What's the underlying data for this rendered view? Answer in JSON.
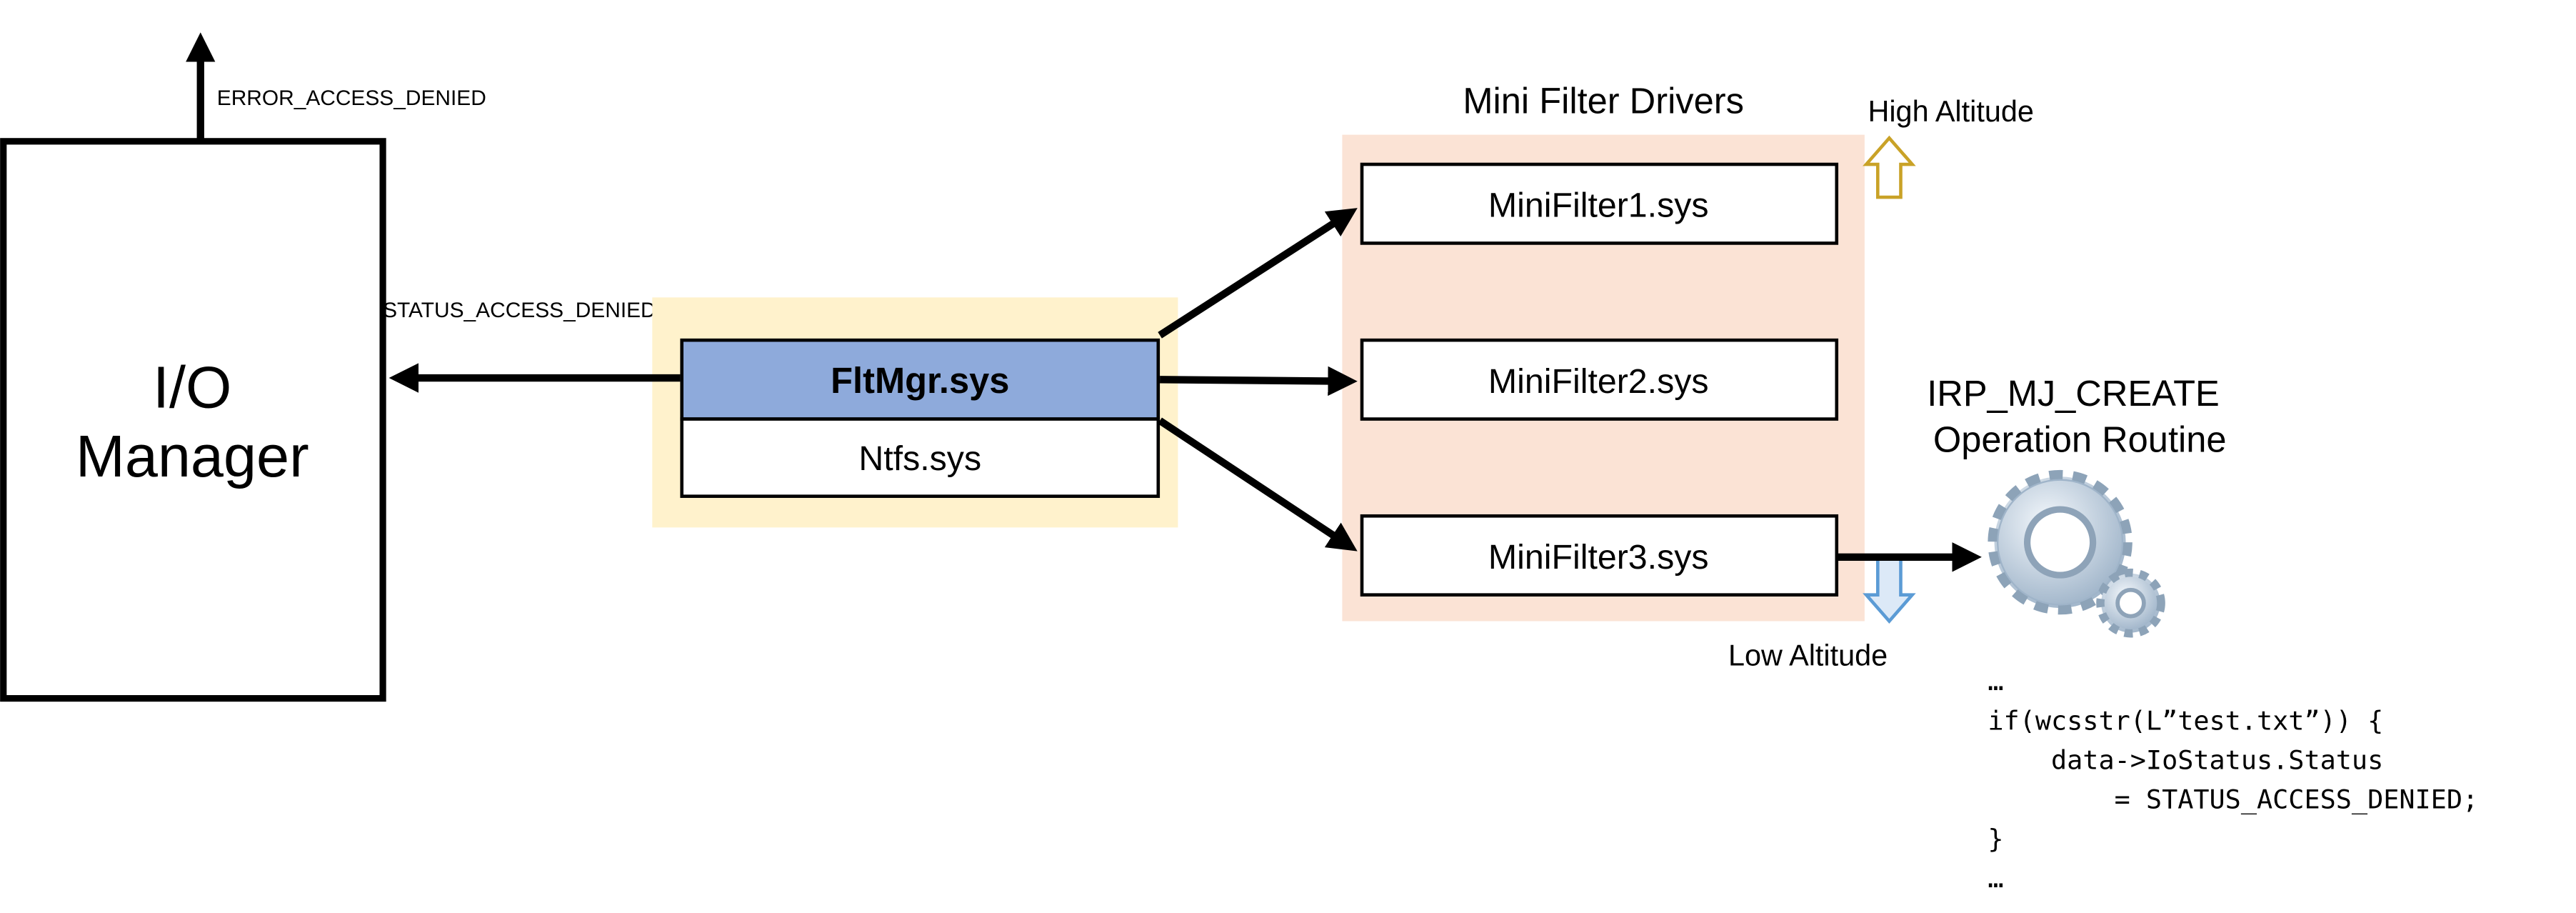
{
  "io_manager": {
    "line1": "I/O",
    "line2": "Manager"
  },
  "labels": {
    "error_access_denied": "ERROR_ACCESS_DENIED",
    "status_access_denied": "STATUS_ACCESS_DENIED",
    "mini_filter_title": "Mini Filter Drivers",
    "high_altitude": "High Altitude",
    "low_altitude": "Low Altitude",
    "routine_line1": "IRP_MJ_CREATE",
    "routine_line2": "Operation Routine"
  },
  "stack": {
    "fltmgr": "FltMgr.sys",
    "ntfs": "Ntfs.sys"
  },
  "minifilters": [
    "MiniFilter1.sys",
    "MiniFilter2.sys",
    "MiniFilter3.sys"
  ],
  "code": [
    "…",
    "if(wcsstr(L”test.txt”)) {",
    "    data->IoStatus.Status",
    "        = STATUS_ACCESS_DENIED;",
    "}",
    "…"
  ],
  "colors": {
    "fltmgr_fill": "#8eaadb",
    "stack_group": "#fff2cc",
    "minifilter_group": "#fbe3d5",
    "high_arrow": "#c9a227",
    "low_arrow": "#5b9bd5"
  },
  "icons": {
    "gear": "gears-icon"
  }
}
